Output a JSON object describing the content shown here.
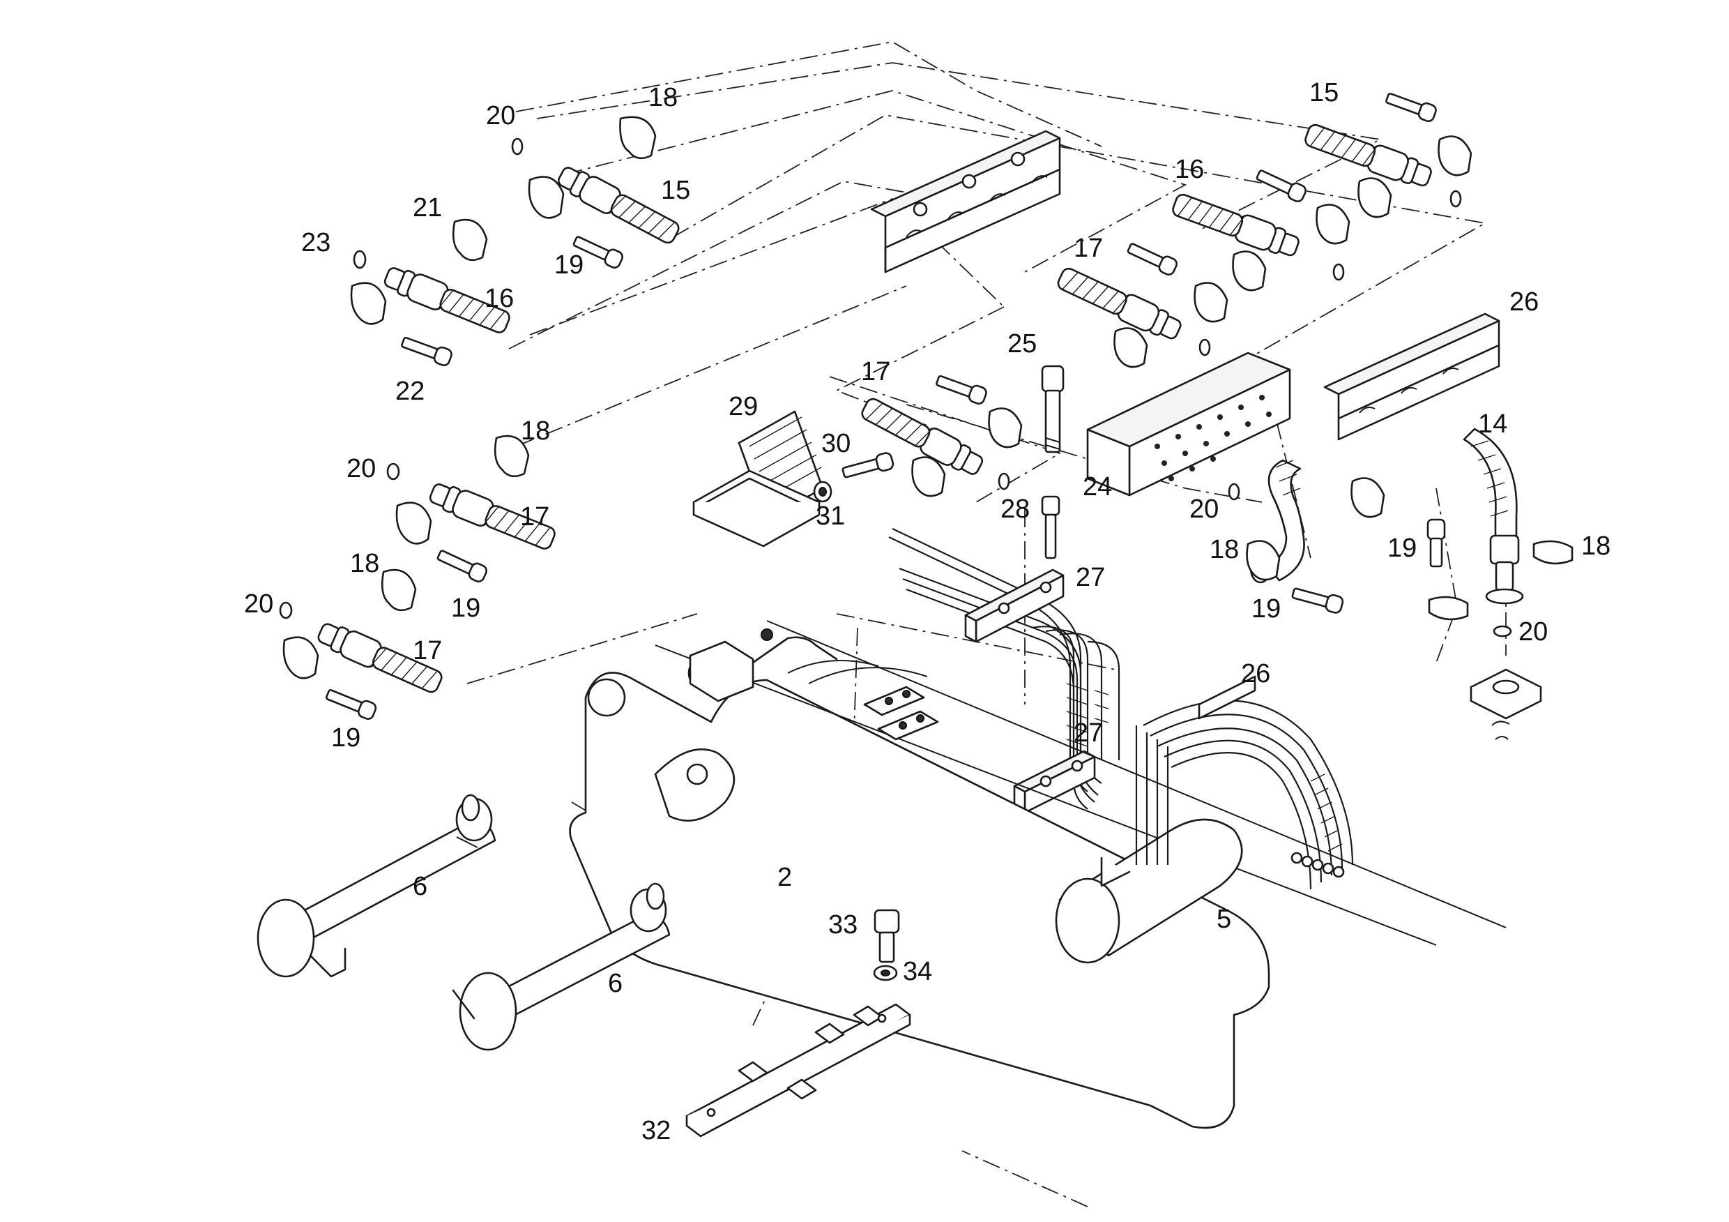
{
  "callouts": {
    "c15a": "15",
    "c15b": "15",
    "c16a": "16",
    "c16b": "16",
    "c17a": "17",
    "c17b": "17",
    "c17c": "17",
    "c17d": "17",
    "c18a": "18",
    "c18b": "18",
    "c18c": "18",
    "c18d": "18",
    "c18e": "18",
    "c19a": "19",
    "c19b": "19",
    "c19c": "19",
    "c19d": "19",
    "c19e": "19",
    "c20a": "20",
    "c20b": "20",
    "c20c": "20",
    "c20d": "20",
    "c20e": "20",
    "c21": "21",
    "c22": "22",
    "c23": "23",
    "c24": "24",
    "c25": "25",
    "c26a": "26",
    "c26b": "26",
    "c27a": "27",
    "c27b": "27",
    "c28": "28",
    "c29": "29",
    "c30": "30",
    "c31": "31",
    "c32": "32",
    "c33": "33",
    "c34": "34",
    "c14": "14",
    "c2": "2",
    "c5": "5",
    "c6a": "6",
    "c6b": "6"
  }
}
